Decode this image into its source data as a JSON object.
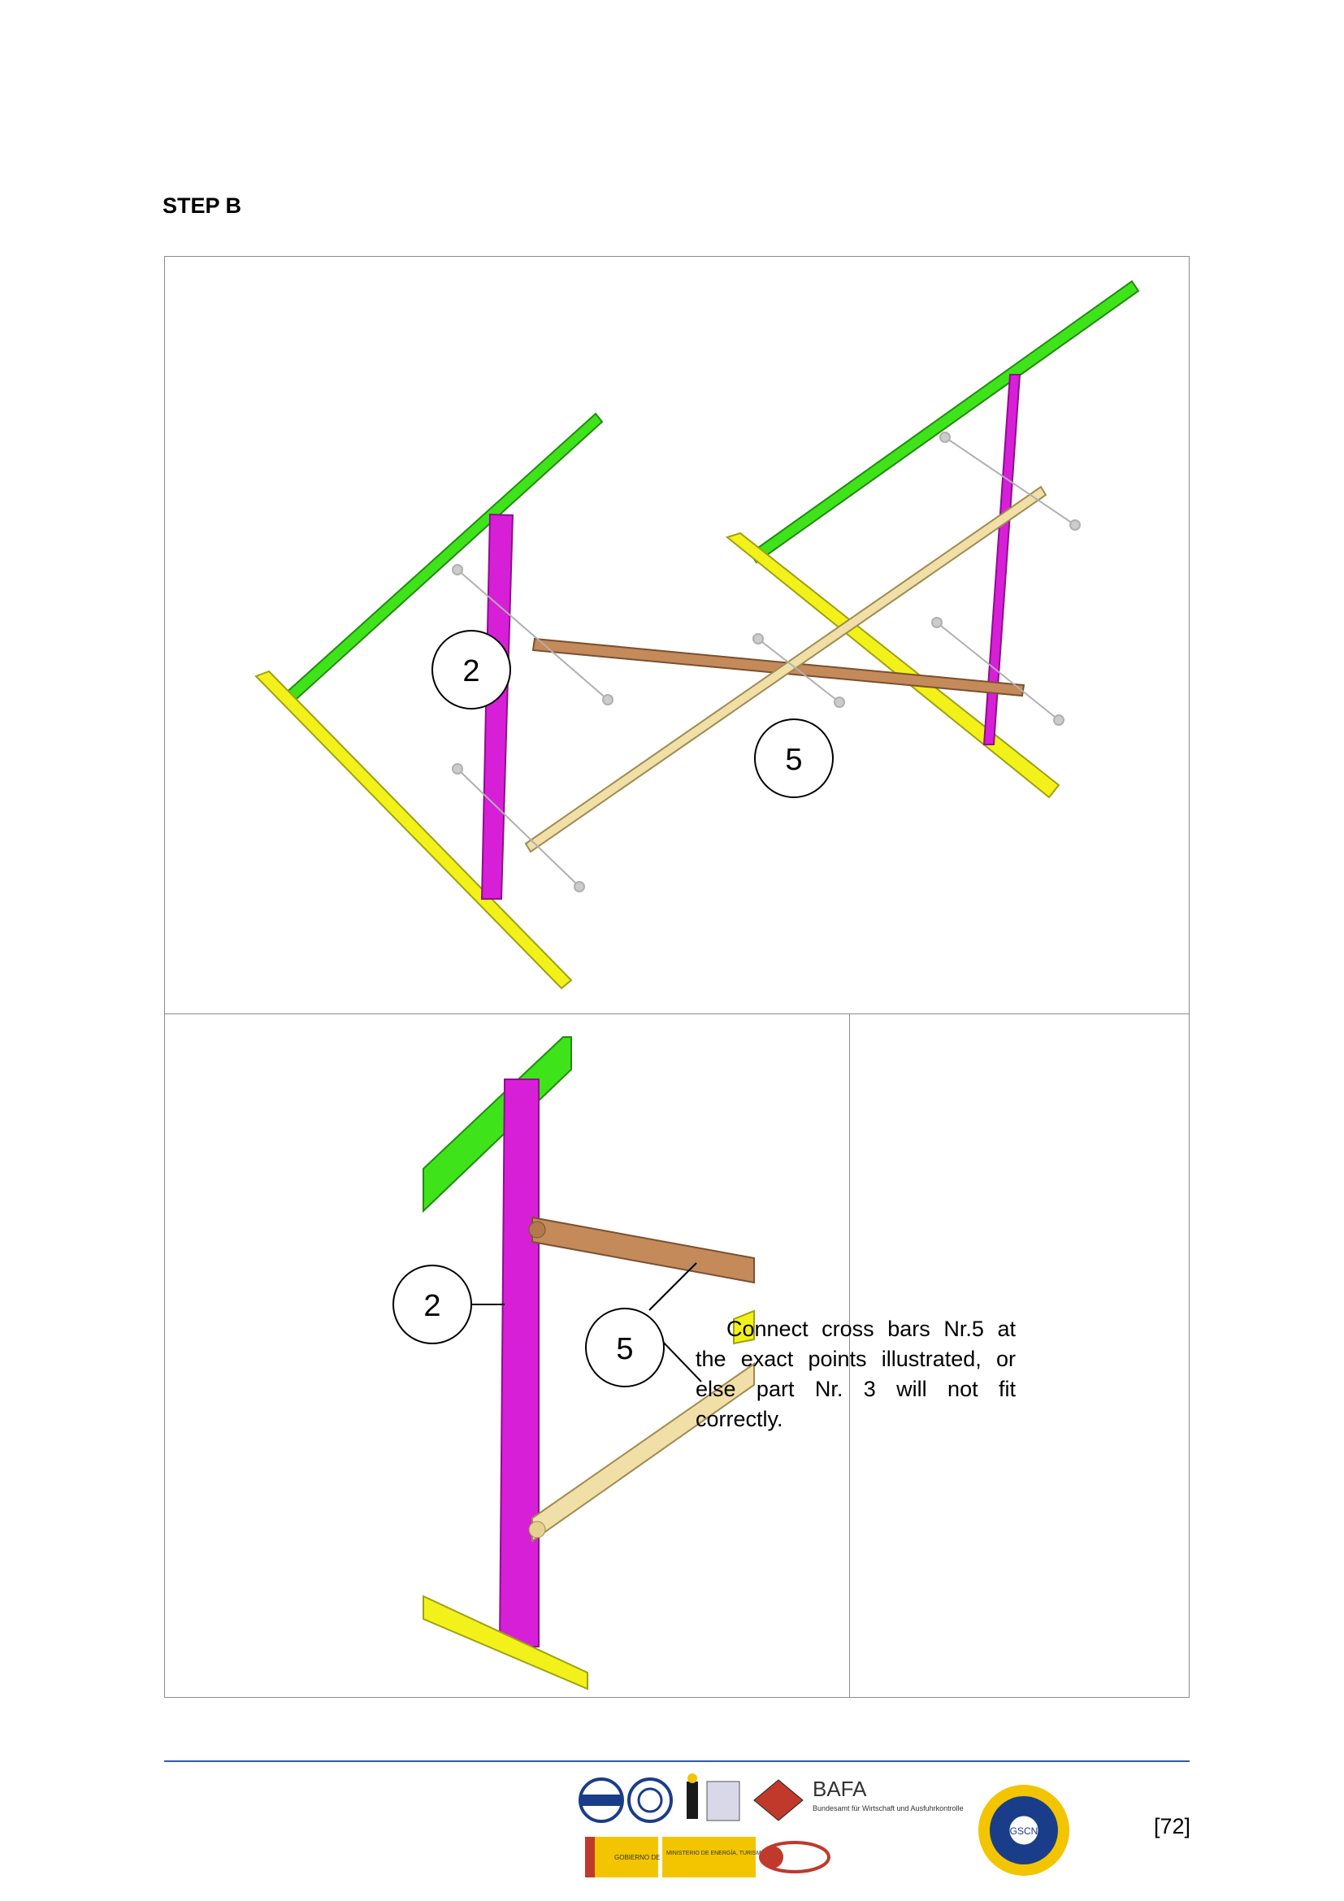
{
  "step_title": "STEP B",
  "callouts": {
    "top_part_a": "2",
    "top_part_b": "5",
    "detail_part_a": "2",
    "detail_part_b": "5"
  },
  "instruction": "Connect cross bars Nr.5 at the exact points illustrated, or else part Nr. 3 will not fit correctly.",
  "footer": {
    "page_number": "[72]",
    "logo_bafa_text": "BAFA",
    "logo_bafa_subtext": "Bundesamt für Wirtschaft und Ausfuhrkontrolle",
    "logo_gobierno_text": "GOBIERNO DE ESPAÑA",
    "logo_ministerio_text": "MINISTERIO DE ENERGÍA, TURISMO Y AGENDA DIGITAL",
    "logo_gscn_text": "GSCN"
  },
  "colors": {
    "green_bar": "#3fe31a",
    "magenta_bar": "#d81fd8",
    "yellow_bar": "#f2f21a",
    "wood_dark": "#c48a5a",
    "wood_light": "#f1dfa8",
    "table_border": "#8c8c8c",
    "footer_rule": "#2f5aa8"
  }
}
